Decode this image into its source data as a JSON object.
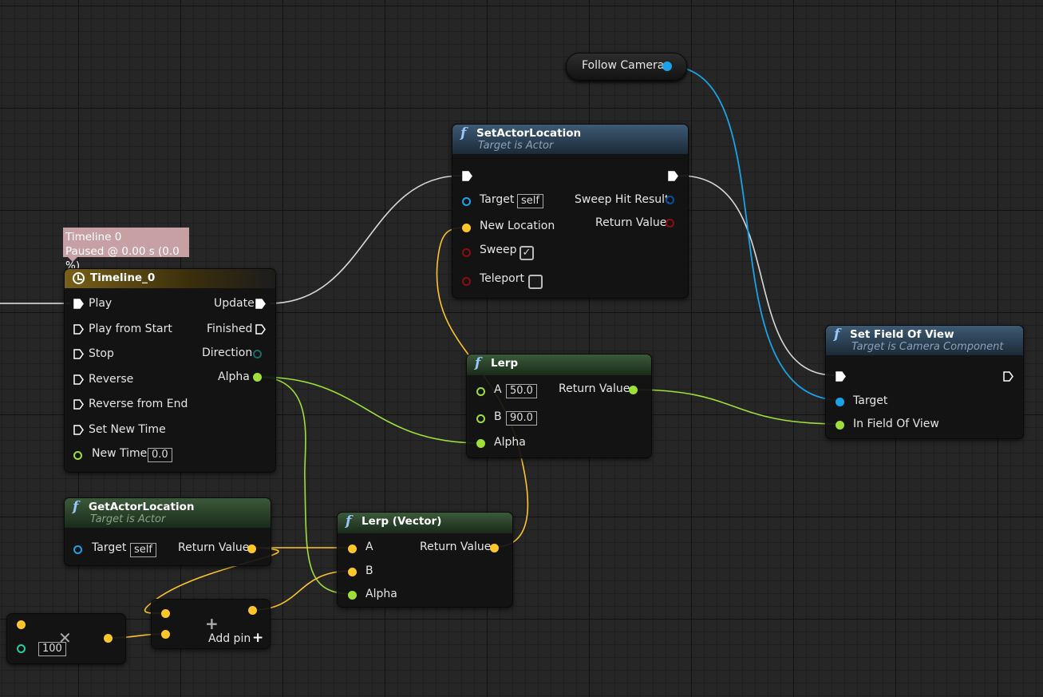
{
  "follow_camera": {
    "label": "Follow Camera"
  },
  "timeline_tooltip": {
    "line1": "Timeline 0",
    "line2": "Paused @ 0.00 s (0.0 %)"
  },
  "timeline": {
    "title": "Timeline_0",
    "inputs": [
      "Play",
      "Play from Start",
      "Stop",
      "Reverse",
      "Reverse from End",
      "Set New Time"
    ],
    "new_time_label": "New Time",
    "new_time_value": "0.0",
    "outputs": [
      "Update",
      "Finished",
      "Direction",
      "Alpha"
    ]
  },
  "set_actor_location": {
    "title": "SetActorLocation",
    "subtitle": "Target is Actor",
    "target_label": "Target",
    "target_value": "self",
    "new_location_label": "New Location",
    "sweep_label": "Sweep",
    "sweep_checked": true,
    "teleport_label": "Teleport",
    "teleport_checked": false,
    "sweep_hit_label": "Sweep Hit Result",
    "return_label": "Return Value"
  },
  "lerp": {
    "title": "Lerp",
    "a_label": "A",
    "a_value": "50.0",
    "b_label": "B",
    "b_value": "90.0",
    "alpha_label": "Alpha",
    "return_label": "Return Value"
  },
  "set_fov": {
    "title": "Set Field Of View",
    "subtitle": "Target is Camera Component",
    "target_label": "Target",
    "fov_label": "In Field Of View"
  },
  "get_actor_location": {
    "title": "GetActorLocation",
    "subtitle": "Target is Actor",
    "target_label": "Target",
    "target_value": "self",
    "return_label": "Return Value"
  },
  "lerp_vector": {
    "title": "Lerp (Vector)",
    "a_label": "A",
    "b_label": "B",
    "alpha_label": "Alpha",
    "return_label": "Return Value"
  },
  "multiply": {
    "value": "100"
  },
  "add_node": {
    "add_pin_label": "Add pin"
  },
  "colors": {
    "exec": "#ffffff",
    "vector": "#fdc62b",
    "float": "#9fdf3a",
    "object": "#1aa3e8",
    "struct": "#0b4f9c",
    "bool": "#8e0e0e",
    "int": "#1fd1a3"
  }
}
